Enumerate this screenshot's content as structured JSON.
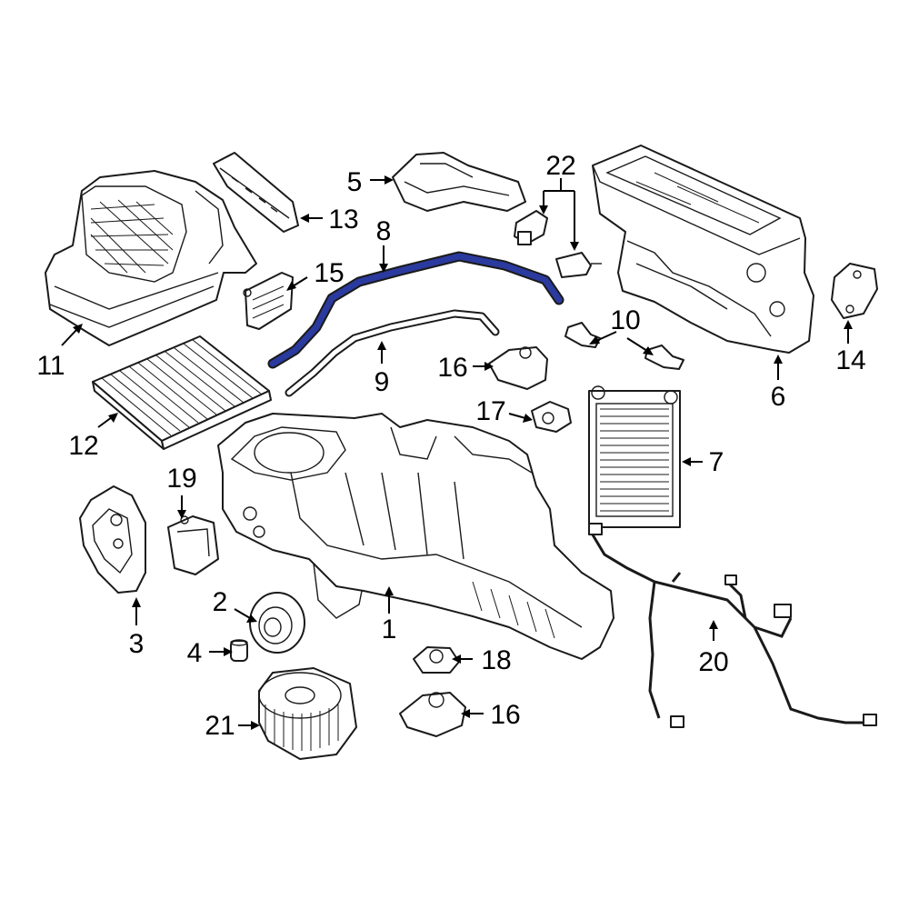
{
  "callouts": [
    {
      "id": "1",
      "label": "1"
    },
    {
      "id": "2",
      "label": "2"
    },
    {
      "id": "3",
      "label": "3"
    },
    {
      "id": "4",
      "label": "4"
    },
    {
      "id": "5",
      "label": "5"
    },
    {
      "id": "6",
      "label": "6"
    },
    {
      "id": "7",
      "label": "7"
    },
    {
      "id": "8",
      "label": "8"
    },
    {
      "id": "9",
      "label": "9"
    },
    {
      "id": "10",
      "label": "10"
    },
    {
      "id": "11",
      "label": "11"
    },
    {
      "id": "12",
      "label": "12"
    },
    {
      "id": "13",
      "label": "13"
    },
    {
      "id": "14",
      "label": "14"
    },
    {
      "id": "15",
      "label": "15"
    },
    {
      "id": "16a",
      "label": "16"
    },
    {
      "id": "16b",
      "label": "16"
    },
    {
      "id": "17",
      "label": "17"
    },
    {
      "id": "18",
      "label": "18"
    },
    {
      "id": "19",
      "label": "19"
    },
    {
      "id": "20",
      "label": "20"
    },
    {
      "id": "21",
      "label": "21"
    },
    {
      "id": "22",
      "label": "22"
    }
  ],
  "colors": {
    "line": "#1a1a1a",
    "highlight": "#2b3a9e",
    "background": "#ffffff"
  },
  "highlighted_part": "8"
}
